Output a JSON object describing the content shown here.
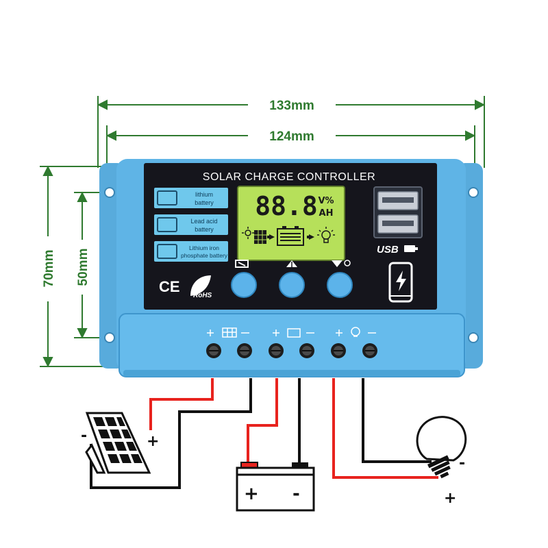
{
  "dimensions": {
    "outer_width": "133mm",
    "inner_width": "124mm",
    "outer_height": "70mm",
    "inner_height": "50mm"
  },
  "panel": {
    "title": "SOLAR CHARGE CONTROLLER",
    "battery_types": [
      {
        "line1": "lithium",
        "line2": "battery"
      },
      {
        "line1": "Lead acid",
        "line2": "battery"
      },
      {
        "line1": "Lithium iron",
        "line2": "phosphate battery"
      }
    ],
    "lcd": {
      "digits": "88.8",
      "unit_top": "V%",
      "unit_bottom": "AH"
    },
    "usb_label": "USB",
    "ce_mark": "CE",
    "rohs_mark": "RoHS",
    "buttons": [
      {
        "name": "menu",
        "symbol": "menu-icon"
      },
      {
        "name": "up",
        "symbol": "up-arrow-icon"
      },
      {
        "name": "down-load",
        "symbol": "down-arrow-load-icon"
      }
    ]
  },
  "terminals": {
    "groups": [
      "solar-panel-icon",
      "battery-icon",
      "bulb-icon"
    ],
    "count": 6
  },
  "wiring": {
    "solar_positive": "+",
    "solar_negative": "-",
    "battery_positive": "+",
    "battery_negative": "-",
    "load_positive": "+",
    "load_negative": "-"
  },
  "colors": {
    "housing": "#5fb4e6",
    "housing_dark": "#3e95cc",
    "panel": "#15151c",
    "lcd": "#b6e05a",
    "dimension": "#2f7a2f",
    "wire_red": "#e8231e",
    "wire_black": "#111111"
  }
}
